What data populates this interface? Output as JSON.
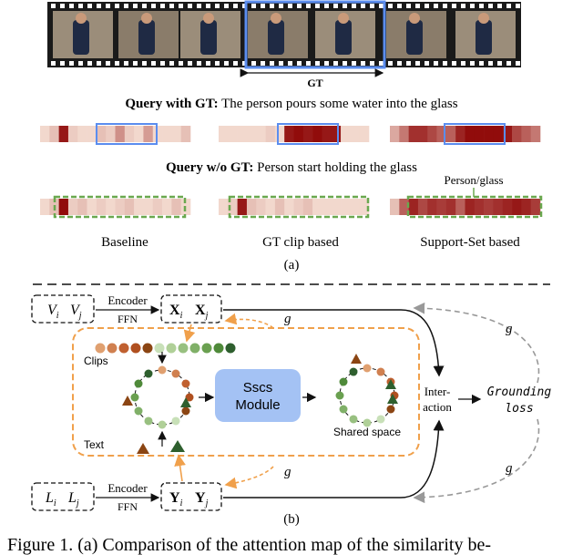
{
  "gt_label": "GT",
  "query_gt": {
    "prefix": "Query with GT:",
    "text": " The person pours some water into the glass"
  },
  "query_nogt": {
    "prefix": "Query w/o GT:",
    "text": " Person start holding the glass"
  },
  "person_glass": "Person/glass",
  "methods": [
    "Baseline",
    "GT clip based",
    "Support-Set based"
  ],
  "panel_a": "(a)",
  "panel_b": "(b)",
  "vi": "V",
  "vi_sub": "i",
  "vj": "V",
  "vj_sub": "j",
  "li": "L",
  "li_sub": "i",
  "lj": "L",
  "lj_sub": "j",
  "xi": "X",
  "xi_sub": "i",
  "xj": "X",
  "xj_sub": "j",
  "yi": "Y",
  "yi_sub": "i",
  "yj": "Y",
  "yj_sub": "j",
  "encoder": "Encoder",
  "ffn": "FFN",
  "g": "g",
  "clips": "Clips",
  "text": "Text",
  "sscs_line1": "Sscs",
  "sscs_line2": "Module",
  "shared_space": "Shared space",
  "interaction_line1": "Inter-",
  "interaction_line2": "action",
  "grounding_line1": "Grounding",
  "grounding_line2": "loss",
  "caption": "Figure 1. (a) Comparison of the attention map of the similarity be-",
  "colors": {
    "gt_box": "#5b8def",
    "dash_green": "#6aa84f",
    "dash_orange": "#f0a04b",
    "sscs_fill": "#a4c2f4",
    "heat_dark": "#8b0000"
  },
  "heatmaps": {
    "gt": [
      [
        0.1,
        0.2,
        0.9,
        0.15,
        0.1,
        0.1,
        0.2,
        0.15,
        0.4,
        0.15,
        0.1,
        0.35,
        0.1,
        0.1,
        0.1,
        0.2
      ],
      [
        0.1,
        0.1,
        0.1,
        0.1,
        0.1,
        0.15,
        0.1,
        0.9,
        0.95,
        0.9,
        0.95,
        0.9,
        0.9,
        0.1,
        0.1,
        0.1
      ],
      [
        0.3,
        0.5,
        0.8,
        0.8,
        0.7,
        0.6,
        0.6,
        0.85,
        0.95,
        0.95,
        0.95,
        0.95,
        0.9,
        0.7,
        0.6,
        0.5
      ]
    ],
    "nogt": [
      [
        0.1,
        0.2,
        0.95,
        0.15,
        0.2,
        0.1,
        0.15,
        0.1,
        0.15,
        0.2,
        0.1,
        0.1,
        0.15,
        0.1,
        0.2,
        0.1
      ],
      [
        0.1,
        0.15,
        0.9,
        0.2,
        0.15,
        0.1,
        0.2,
        0.1,
        0.15,
        0.2,
        0.1,
        0.1,
        0.1,
        0.1,
        0.1,
        0.1
      ],
      [
        0.2,
        0.6,
        0.85,
        0.7,
        0.8,
        0.75,
        0.8,
        0.6,
        0.85,
        0.8,
        0.75,
        0.8,
        0.85,
        0.9,
        0.85,
        0.75
      ]
    ]
  }
}
